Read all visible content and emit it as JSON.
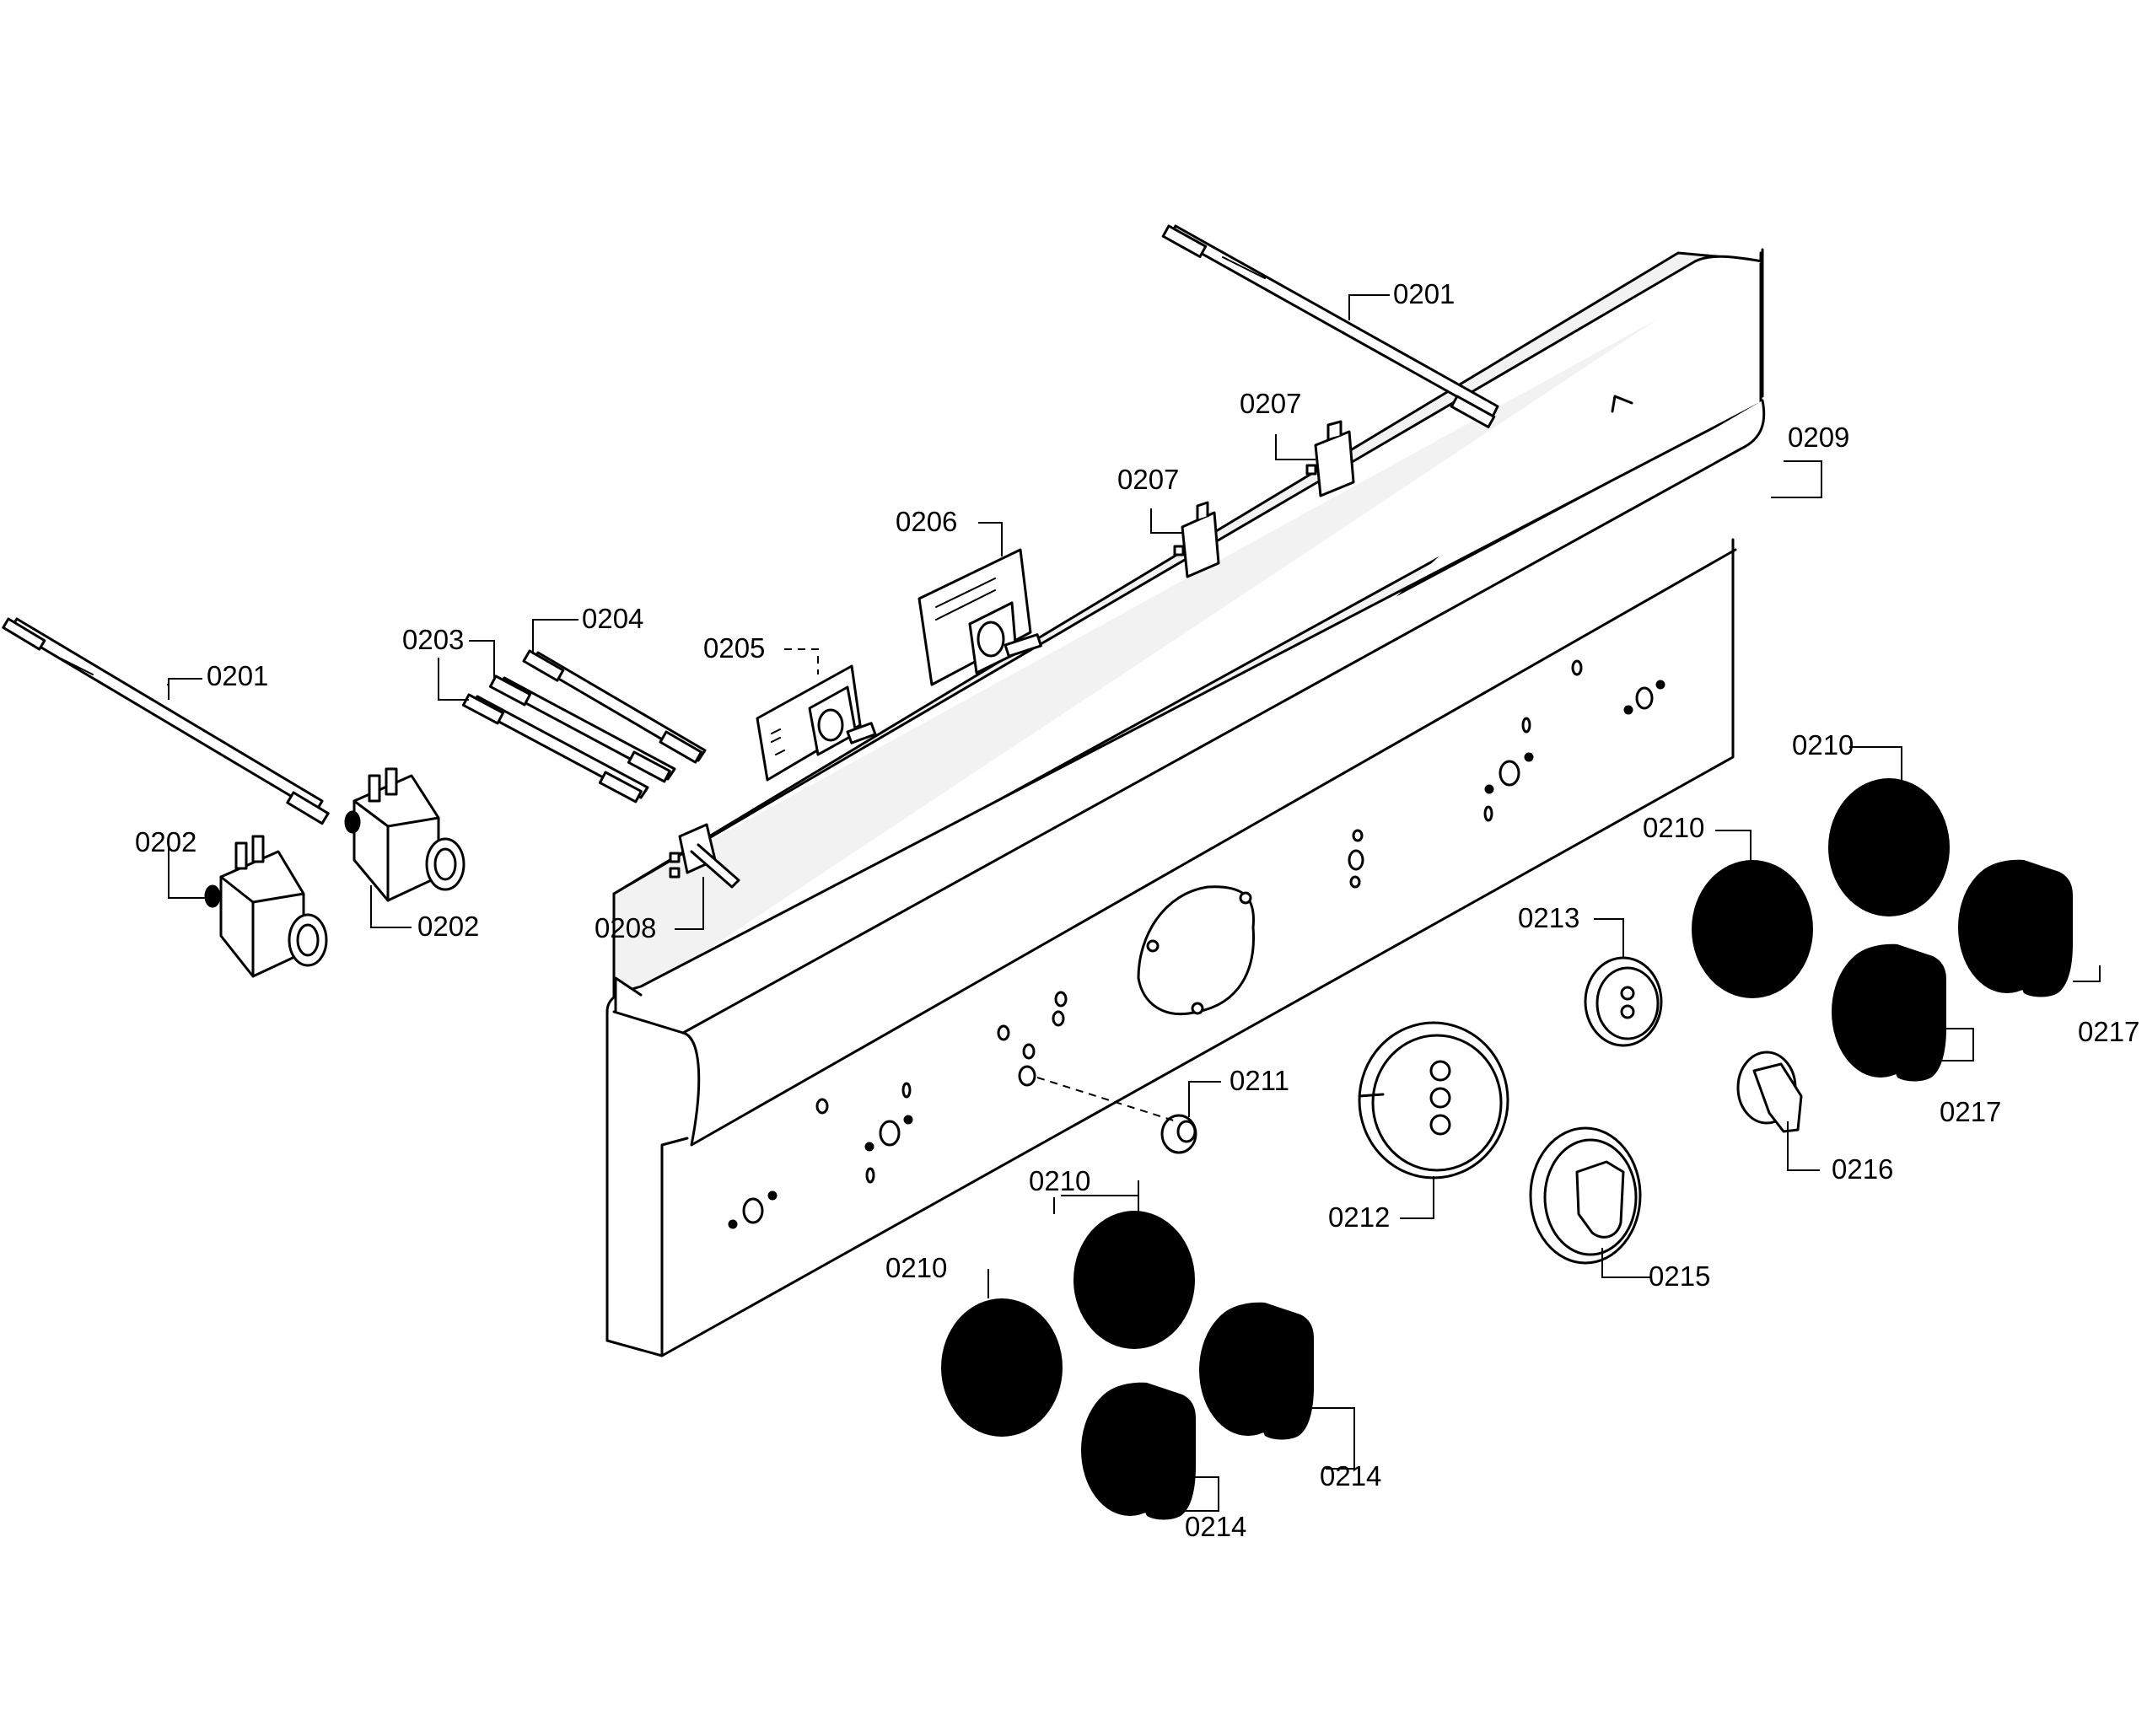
{
  "diagram": {
    "type": "exploded parts diagram",
    "callouts": [
      {
        "id": "c1",
        "part": "wire-lead",
        "label": "0201"
      },
      {
        "id": "c2",
        "part": "wire-lead",
        "label": "0201"
      },
      {
        "id": "c3",
        "part": "solenoid-valve",
        "label": "0202"
      },
      {
        "id": "c4",
        "part": "solenoid-valve",
        "label": "0202"
      },
      {
        "id": "c5",
        "part": "wire-lead",
        "label": "0203"
      },
      {
        "id": "c6",
        "part": "wire-lead",
        "label": "0204"
      },
      {
        "id": "c7",
        "part": "switch-board",
        "label": "0205"
      },
      {
        "id": "c8",
        "part": "selector-board",
        "label": "0206"
      },
      {
        "id": "c9",
        "part": "micro-switch",
        "label": "0207"
      },
      {
        "id": "c10",
        "part": "micro-switch",
        "label": "0207"
      },
      {
        "id": "c11",
        "part": "toggle-switch",
        "label": "0208"
      },
      {
        "id": "c12",
        "part": "control-panel",
        "label": "0209"
      },
      {
        "id": "c13",
        "part": "knob-bezel",
        "label": "0210"
      },
      {
        "id": "c14",
        "part": "knob-bezel",
        "label": "0210"
      },
      {
        "id": "c15",
        "part": "knob-bezel",
        "label": "0210"
      },
      {
        "id": "c16",
        "part": "knob-bezel",
        "label": "0210"
      },
      {
        "id": "c17",
        "part": "grommet",
        "label": "0211"
      },
      {
        "id": "c18",
        "part": "large-bezel",
        "label": "0212"
      },
      {
        "id": "c19",
        "part": "small-bezel",
        "label": "0213"
      },
      {
        "id": "c20",
        "part": "knob",
        "label": "0214"
      },
      {
        "id": "c21",
        "part": "knob",
        "label": "0214"
      },
      {
        "id": "c22",
        "part": "knob-with-bezel",
        "label": "0215"
      },
      {
        "id": "c23",
        "part": "small-knob",
        "label": "0216"
      },
      {
        "id": "c24",
        "part": "knob",
        "label": "0217"
      },
      {
        "id": "c25",
        "part": "knob",
        "label": "0217"
      }
    ]
  }
}
